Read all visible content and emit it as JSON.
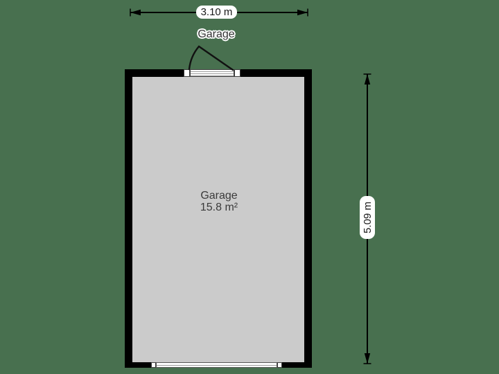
{
  "canvas": {
    "background_color": "#48704F"
  },
  "floorplan": {
    "room": {
      "name": "Garage",
      "area": "15.8 m²"
    },
    "door_label": "Garage",
    "dimensions": {
      "width": "3.10 m",
      "height": "5.09 m"
    },
    "colors": {
      "wall": "#000000",
      "floor": "#cbcbcb",
      "dimension_line": "#000000",
      "label_background": "#ffffff",
      "room_text": "#3a3a3a"
    }
  }
}
